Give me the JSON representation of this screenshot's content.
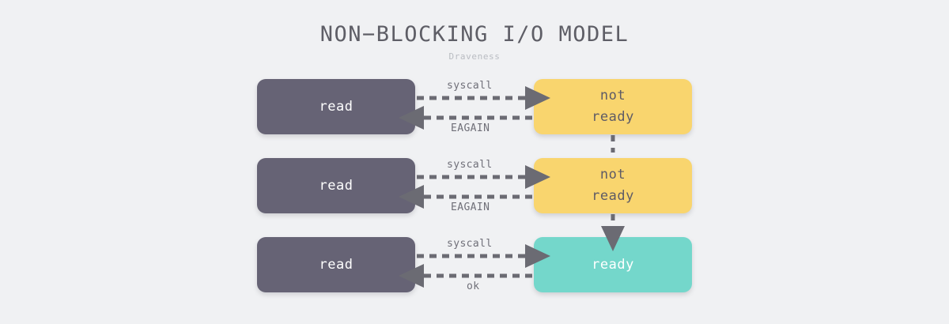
{
  "header": {
    "title": "NON−BLOCKING I/O MODEL",
    "subtitle": "Draveness"
  },
  "colors": {
    "background": "#f0f1f3",
    "process_box": "#666375",
    "not_ready_box": "#f9d56e",
    "ready_box": "#74d7cb",
    "arrow": "#6b6b73",
    "title_text": "#5e5e66",
    "subtitle_text": "#b9bcc2",
    "label_text": "#6f6f78"
  },
  "rows": [
    {
      "id": "row-1",
      "caller_label": "read",
      "state_label": "not\nready",
      "state_kind": "not-ready",
      "request_label": "syscall",
      "response_label": "EAGAIN"
    },
    {
      "id": "row-2",
      "caller_label": "read",
      "state_label": "not\nready",
      "state_kind": "not-ready",
      "request_label": "syscall",
      "response_label": "EAGAIN"
    },
    {
      "id": "row-3",
      "caller_label": "read",
      "state_label": "ready",
      "state_kind": "ready",
      "request_label": "syscall",
      "response_label": "ok"
    }
  ],
  "connectors": [
    {
      "id": "state-1-to-2",
      "from": "not ready",
      "to": "not ready",
      "style": "dashed-vertical-arrow"
    },
    {
      "id": "state-2-to-3",
      "from": "not ready",
      "to": "ready",
      "style": "dashed-vertical-arrow"
    }
  ]
}
